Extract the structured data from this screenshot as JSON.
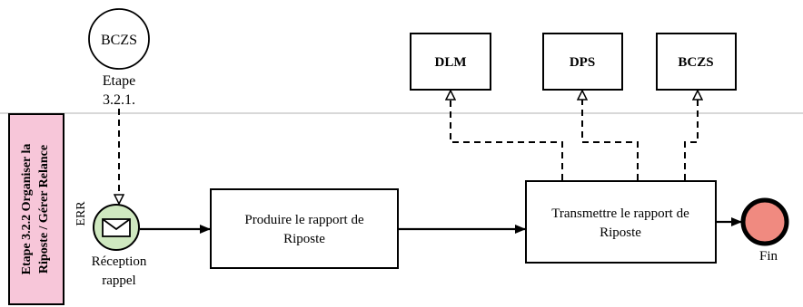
{
  "lane": {
    "title_line1": "Etape 3.2.2 Organiser la",
    "title_line2": "Riposte / Gérer Relance"
  },
  "start_node": {
    "label": "BCZS",
    "caption_line1": "Etape",
    "caption_line2": "3.2.1."
  },
  "message_event": {
    "side_label": "ERR",
    "caption_line1": "Réception",
    "caption_line2": "rappel"
  },
  "task_produce": {
    "line1": "Produire le rapport de",
    "line2": "Riposte"
  },
  "task_transmit": {
    "line1": "Transmettre le rapport de",
    "line2": "Riposte"
  },
  "recipients": [
    "DLM",
    "DPS",
    "BCZS"
  ],
  "end_event": {
    "label": "Fin"
  },
  "colors": {
    "lane_header_fill": "#f7c6d9",
    "event_fill": "#cfe8c0",
    "end_fill": "#f08a80",
    "line": "#000000",
    "lane_border": "#b0b0b0"
  }
}
